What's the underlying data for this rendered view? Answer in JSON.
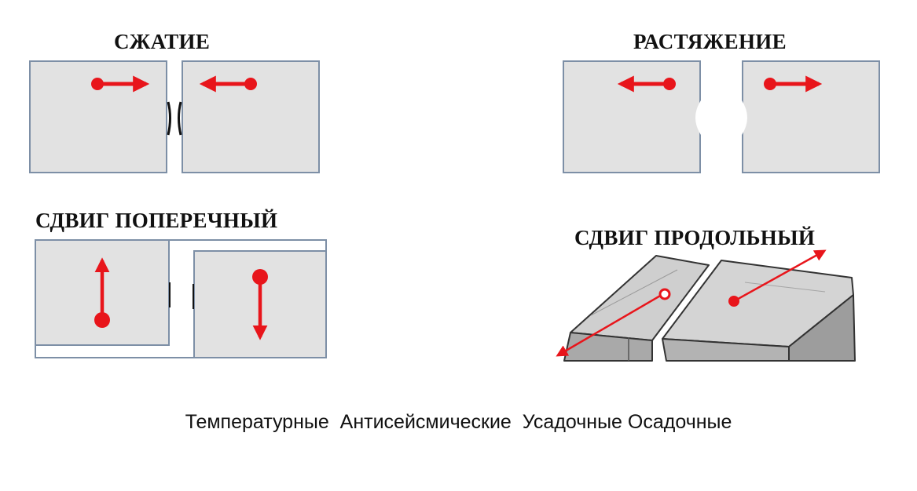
{
  "panels": {
    "compression": {
      "title": "СЖАТИЕ"
    },
    "tension": {
      "title": "РАСТЯЖЕНИЕ"
    },
    "transverse_shear": {
      "title": "СДВИГ ПОПЕРЕЧНЫЙ"
    },
    "longitudinal_shear": {
      "title": "СДВИГ ПРОДОЛЬНЫЙ"
    }
  },
  "caption": "Температурные  Антисейсмические  Усадочные Осадочные",
  "colors": {
    "block_fill": "#e2e2e2",
    "block_stroke": "#7d8fa6",
    "arrow": "#e8151b",
    "outline_dark": "#333333"
  }
}
